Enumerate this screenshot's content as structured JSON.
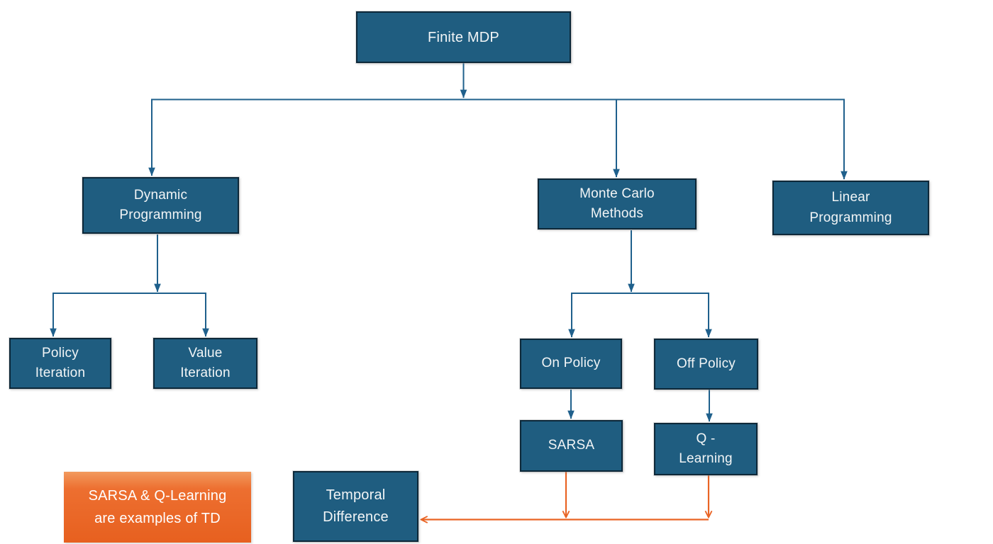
{
  "diagram": {
    "type": "flowchart",
    "background": "#ffffff",
    "nodes": {
      "finite_mdp": {
        "label": "Finite MDP"
      },
      "dynamic_programming": {
        "label": "Dynamic\nProgramming"
      },
      "monte_carlo": {
        "label": "Monte Carlo\nMethods"
      },
      "linear_programming": {
        "label": "Linear\nProgramming"
      },
      "policy_iteration": {
        "label": "Policy\nIteration"
      },
      "value_iteration": {
        "label": "Value\nIteration"
      },
      "on_policy": {
        "label": "On Policy"
      },
      "off_policy": {
        "label": "Off Policy"
      },
      "sarsa": {
        "label": "SARSA"
      },
      "q_learning": {
        "label": "Q -\nLearning"
      },
      "temporal_difference": {
        "label": "Temporal\nDifference"
      },
      "td_note": {
        "label": "SARSA & Q-Learning\nare examples of TD"
      }
    },
    "edges": [
      {
        "from": "finite_mdp",
        "to": "dynamic_programming",
        "color": "blue"
      },
      {
        "from": "finite_mdp",
        "to": "monte_carlo",
        "color": "blue"
      },
      {
        "from": "finite_mdp",
        "to": "linear_programming",
        "color": "blue"
      },
      {
        "from": "dynamic_programming",
        "to": "policy_iteration",
        "color": "blue"
      },
      {
        "from": "dynamic_programming",
        "to": "value_iteration",
        "color": "blue"
      },
      {
        "from": "monte_carlo",
        "to": "on_policy",
        "color": "blue"
      },
      {
        "from": "monte_carlo",
        "to": "off_policy",
        "color": "blue"
      },
      {
        "from": "on_policy",
        "to": "sarsa",
        "color": "blue"
      },
      {
        "from": "off_policy",
        "to": "q_learning",
        "color": "blue"
      },
      {
        "from": "sarsa",
        "to": "temporal_difference",
        "color": "orange"
      },
      {
        "from": "q_learning",
        "to": "temporal_difference",
        "color": "orange"
      }
    ],
    "colors": {
      "node_fill": "#1f5d80",
      "node_border": "#0d2839",
      "node_text": "#f2f5f6",
      "connector_blue": "#1f608c",
      "connector_orange": "#e96424",
      "note_gradient_top": "#f29a5e",
      "note_gradient_bottom": "#e7601f",
      "note_text": "#ffffff"
    }
  }
}
